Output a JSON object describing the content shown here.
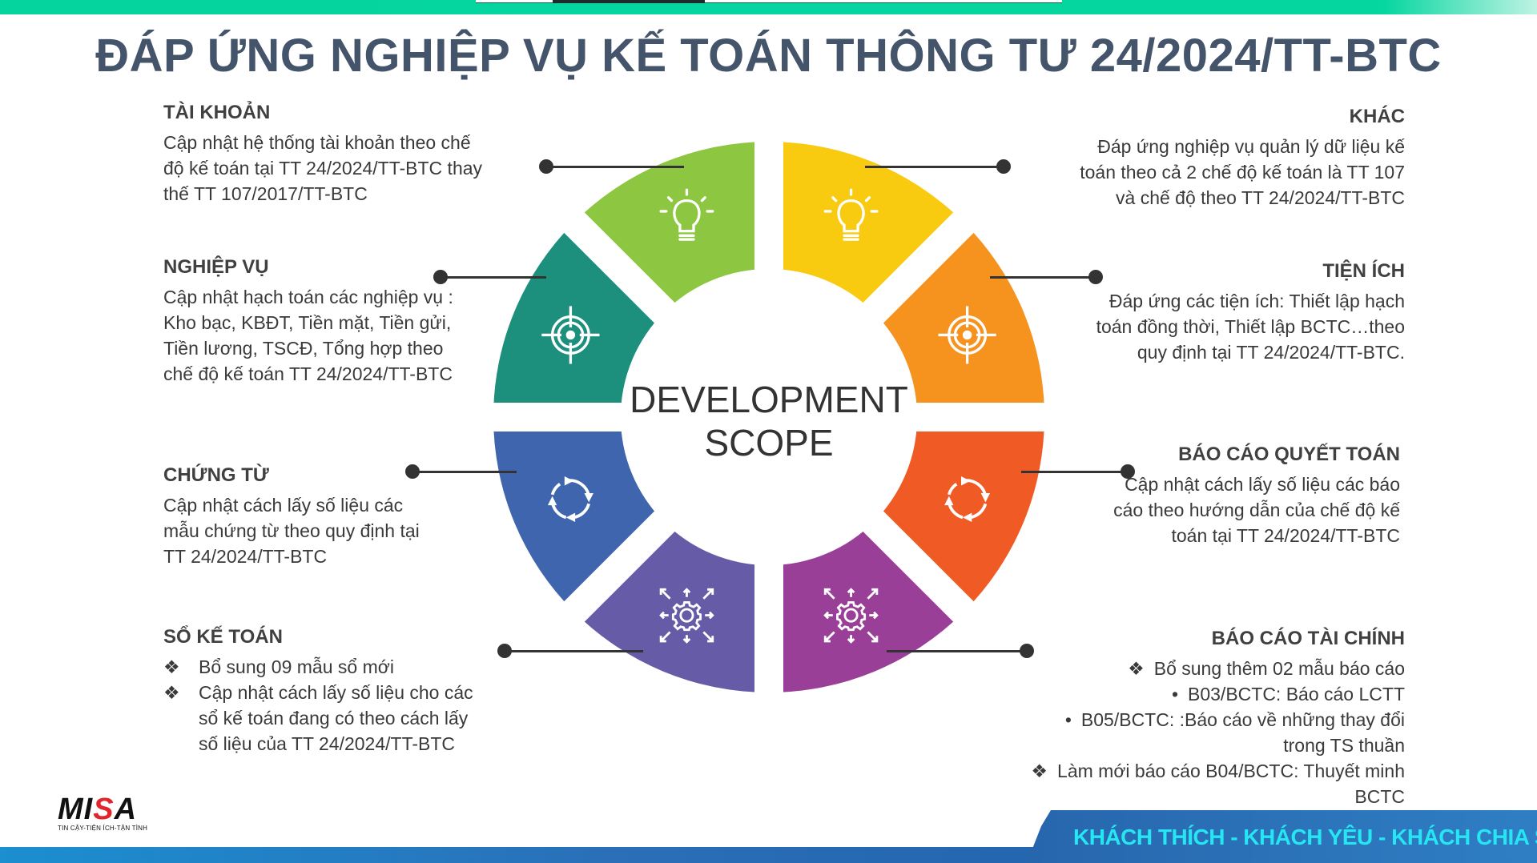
{
  "title": "ĐÁP ỨNG NGHIỆP VỤ KẾ TOÁN THÔNG TƯ 24/2024/TT-BTC",
  "center": {
    "line1": "DEVELOPMENT",
    "line2": "SCOPE"
  },
  "blocks": {
    "tai_khoan": {
      "heading": "TÀI KHOẢN",
      "lines": [
        {
          "t": "Cập nhật hệ thống tài khoản theo chế"
        },
        {
          "t": "độ kế toán tại TT 24/2024/TT-BTC thay"
        },
        {
          "t": "thế TT 107/2017/TT-BTC"
        }
      ]
    },
    "nghiep_vu": {
      "heading": "NGHIỆP VỤ",
      "lines": [
        {
          "t": "Cập nhật hạch toán các nghiệp vụ :"
        },
        {
          "t": "Kho bạc, KBĐT, Tiền mặt, Tiền gửi,"
        },
        {
          "t": "Tiền lương, TSCĐ, Tổng hợp theo"
        },
        {
          "t": "chế độ kế toán TT 24/2024/TT-BTC"
        }
      ]
    },
    "chung_tu": {
      "heading": "CHỨNG TỪ",
      "lines": [
        {
          "t": "Cập nhật cách lấy số liệu các"
        },
        {
          "t": "mẫu chứng từ theo quy định tại"
        },
        {
          "t": "TT 24/2024/TT-BTC"
        }
      ]
    },
    "so_ke_toan": {
      "heading": "SỔ KẾ TOÁN",
      "lines": [
        {
          "b": "❖",
          "t": "Bổ sung 09 mẫu sổ mới"
        },
        {
          "b": "❖",
          "t": "Cập nhật cách lấy số liệu cho các"
        },
        {
          "i": true,
          "t": "sổ kế toán đang có theo cách lấy"
        },
        {
          "i": true,
          "t": "số liệu của  TT 24/2024/TT-BTC"
        }
      ]
    },
    "khac": {
      "heading": "KHÁC",
      "lines": [
        {
          "t": "Đáp ứng nghiệp vụ quản lý dữ liệu kế"
        },
        {
          "t": "toán theo cả 2 chế độ kế toán là TT 107"
        },
        {
          "t": "và chế độ theo TT 24/2024/TT-BTC"
        }
      ]
    },
    "tien_ich": {
      "heading": "TIỆN ÍCH",
      "lines": [
        {
          "t": "Đáp ứng các tiện ích: Thiết lập hạch"
        },
        {
          "t": "toán đồng thời, Thiết lập BCTC…theo"
        },
        {
          "t": "quy định tại TT 24/2024/TT-BTC."
        }
      ]
    },
    "bao_cao_quyet_toan": {
      "heading": "BÁO CÁO QUYẾT TOÁN",
      "lines": [
        {
          "t": "Cập nhật cách lấy số liệu các báo"
        },
        {
          "t": "cáo theo hướng dẫn của chế độ kế"
        },
        {
          "t": "toán tại TT 24/2024/TT-BTC"
        }
      ]
    },
    "bao_cao_tai_chinh": {
      "heading": "BÁO CÁO TÀI CHÍNH",
      "lines": [
        {
          "b": "❖",
          "t": "Bổ sung thêm 02 mẫu báo cáo"
        },
        {
          "b": "•",
          "t": "B03/BCTC: Báo cáo LCTT"
        },
        {
          "b": "•",
          "t": "B05/BCTC: :Báo cáo về những thay đổi"
        },
        {
          "t": "trong TS thuần"
        },
        {
          "b": "❖",
          "t": "Làm mới báo cáo B04/BCTC: Thuyết minh"
        },
        {
          "t": "BCTC"
        }
      ]
    }
  },
  "segments": [
    {
      "name": "khac",
      "color": "#f8cb10",
      "icon": "lightbulb"
    },
    {
      "name": "tien-ich",
      "color": "#f6921e",
      "icon": "target"
    },
    {
      "name": "bao-cao-quyet-toan",
      "color": "#f05a24",
      "icon": "cycle"
    },
    {
      "name": "bao-cao-tai-chinh",
      "color": "#9a3f97",
      "icon": "gear-arrows"
    },
    {
      "name": "so-ke-toan",
      "color": "#655ba7",
      "icon": "gear-arrows"
    },
    {
      "name": "chung-tu",
      "color": "#3e65ae",
      "icon": "cycle"
    },
    {
      "name": "nghiep-vu",
      "color": "#1c907d",
      "icon": "target"
    },
    {
      "name": "tai-khoan",
      "color": "#8dc640",
      "icon": "lightbulb"
    }
  ],
  "footer": {
    "slogan": "KHÁCH THÍCH - KHÁCH YÊU - KHÁCH CHIA SẺ",
    "logo_word": "MISA",
    "logo_tagline": "TIN CẬY-TIỆN ÍCH-TẬN TÌNH"
  }
}
